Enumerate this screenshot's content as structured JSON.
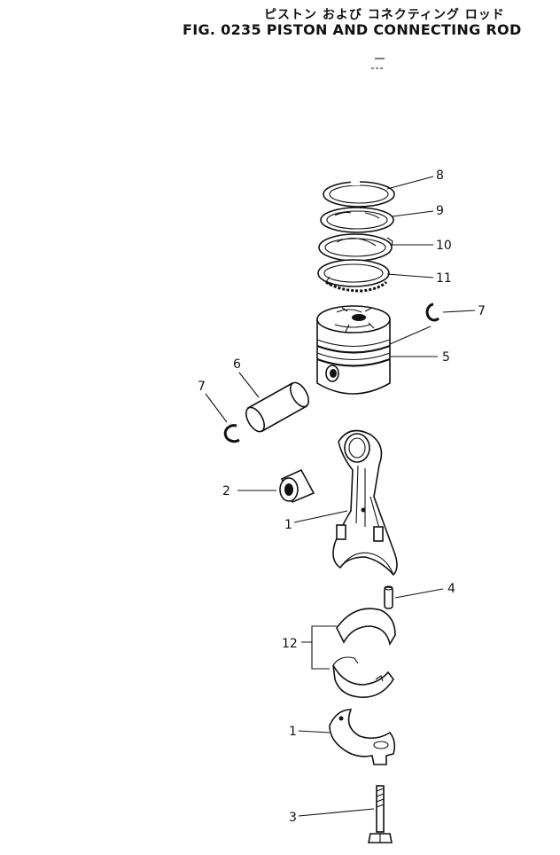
{
  "header": {
    "title_jp": "ピストン および コネクティング ロッド",
    "title_en": "FIG. 0235  PISTON AND CONNECTING ROD"
  },
  "callouts": [
    {
      "id": "c8",
      "label": "8"
    },
    {
      "id": "c9",
      "label": "9"
    },
    {
      "id": "c10",
      "label": "10"
    },
    {
      "id": "c11",
      "label": "11"
    },
    {
      "id": "c7a",
      "label": "7"
    },
    {
      "id": "c5",
      "label": "5"
    },
    {
      "id": "c6",
      "label": "6"
    },
    {
      "id": "c7b",
      "label": "7"
    },
    {
      "id": "c2",
      "label": "2"
    },
    {
      "id": "c1a",
      "label": "1"
    },
    {
      "id": "c4",
      "label": "4"
    },
    {
      "id": "c12",
      "label": "12"
    },
    {
      "id": "c1b",
      "label": "1"
    },
    {
      "id": "c3",
      "label": "3"
    }
  ]
}
